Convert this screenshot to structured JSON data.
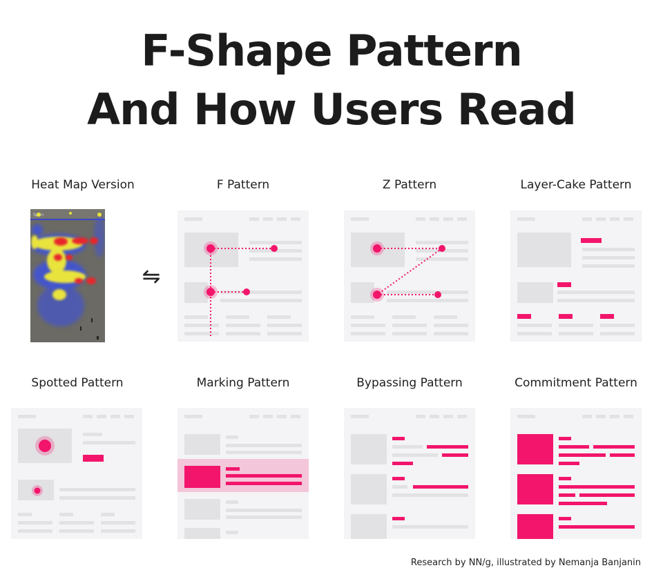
{
  "title": {
    "line1": "F-Shape Pattern",
    "line2": "And How Users Read"
  },
  "panels": [
    {
      "label": "Heat Map Version"
    },
    {
      "label": "F Pattern"
    },
    {
      "label": "Z Pattern"
    },
    {
      "label": "Layer-Cake Pattern"
    },
    {
      "label": "Spotted Pattern"
    },
    {
      "label": "Marking Pattern"
    },
    {
      "label": "Bypassing Pattern"
    },
    {
      "label": "Commitment Pattern"
    }
  ],
  "heatmap_text": "Spon",
  "swap_glyph": "⇋",
  "credit": "Research by NN/g, illustrated by Nemanja Banjanin",
  "colors": {
    "accent": "#f2156b",
    "card_bg": "#f4f3f5",
    "block": "#e2e1e4",
    "line": "#e6e5e8",
    "heat_bg": "#6b6a64"
  }
}
